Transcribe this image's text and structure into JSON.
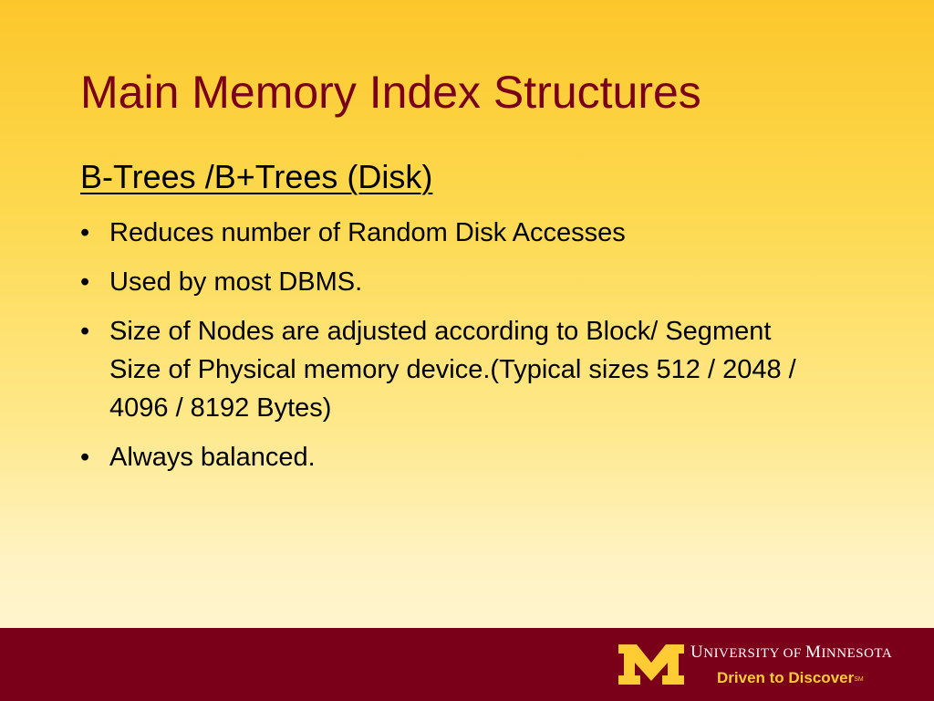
{
  "slide": {
    "title": "Main Memory Index Structures",
    "subtitle": "B-Trees /B+Trees (Disk)",
    "bullet_symbol": "•",
    "bullets": [
      "Reduces number of Random Disk Accesses",
      "Used by most DBMS.",
      "Size of Nodes are adjusted according to Block/ Segment Size of Physical memory device.(Typical sizes 512 / 2048 / 4096 / 8192 Bytes)",
      "Always balanced."
    ]
  },
  "footer": {
    "logo_icon": "university-m-logo-icon",
    "university_initial_1": "U",
    "university_rest_1": "NIVERSITY",
    "university_of": " OF ",
    "university_initial_2": "M",
    "university_rest_2": "INNESOTA",
    "tagline": "Driven to Discover",
    "tagline_mark": "SM"
  },
  "colors": {
    "title": "#7a0019",
    "footer_bg": "#7a0019",
    "gold": "#ffcc33",
    "background_top": "#fcc72b",
    "background_bottom": "#fff6d6"
  }
}
